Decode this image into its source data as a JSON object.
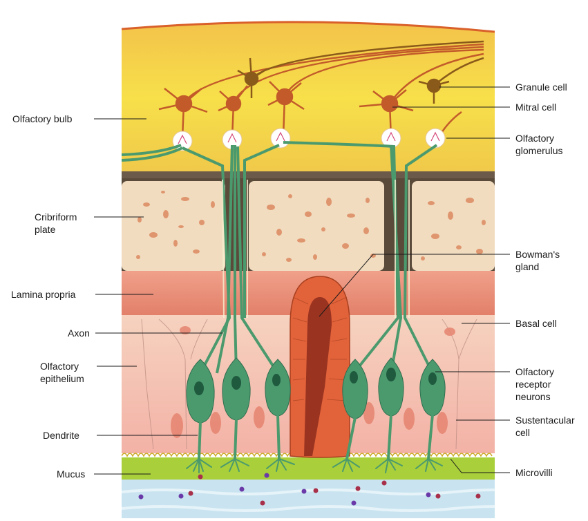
{
  "labels": {
    "granule_cell": "Granule cell",
    "mitral_cell": "Mitral cell",
    "olfactory_glomerulus": "Olfactory\nglomerulus",
    "olfactory_bulb": "Olfactory bulb",
    "cribriform_plate": "Cribriform\nplate",
    "bowmans_gland": "Bowman's\ngland",
    "lamina_propria": "Lamina propria",
    "basal_cell": "Basal cell",
    "axon": "Axon",
    "olfactory_epithelium": "Olfactory\nepithelium",
    "olfactory_receptor_neurons": "Olfactory\nreceptor\nneurons",
    "sustentacular_cell": "Sustentacular\ncell",
    "dendrite": "Dendrite",
    "mucus": "Mucus",
    "microvilli": "Microvilli"
  },
  "colors": {
    "bulb": "#f7e04a",
    "bone": "#f1dcc0",
    "bone_pore": "#dd8a60",
    "lamina": "#e98a72",
    "epithelium": "#f6c4b0",
    "neuron": "#4b9a6e",
    "neuron_dark": "#2f6e4f",
    "mitral": "#c25a2a",
    "granule": "#8a5a1a",
    "gland": "#d9542e",
    "mucus": "#a9cf3a",
    "fluid": "#c9e4f0",
    "leader": "#1a1a1a"
  }
}
